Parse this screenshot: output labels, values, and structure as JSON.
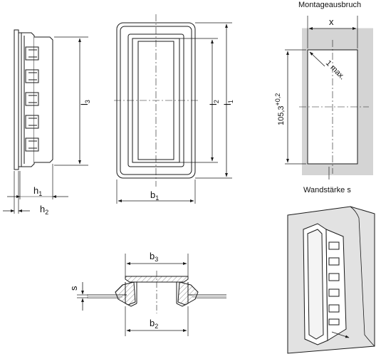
{
  "labels": {
    "montage": "Montageausbruch",
    "wall": "Wandstärke s",
    "x": "x",
    "one_max": "1 max.",
    "height_main": "105,3",
    "height_tol": "+0,2",
    "s": "s"
  },
  "dims": {
    "l3": {
      "letter": "l",
      "sub": "3"
    },
    "l2": {
      "letter": "l",
      "sub": "2"
    },
    "l1": {
      "letter": "l",
      "sub": "1"
    },
    "h1": {
      "letter": "h",
      "sub": "1"
    },
    "h2": {
      "letter": "h",
      "sub": "2"
    },
    "b1": {
      "letter": "b",
      "sub": "1"
    },
    "b3": {
      "letter": "b",
      "sub": "3"
    },
    "b2": {
      "letter": "b",
      "sub": "2"
    }
  },
  "colors": {
    "line": "#1a1a1a",
    "wall_fill": "#d4d4d4",
    "hatch": "#9a9a9a"
  }
}
